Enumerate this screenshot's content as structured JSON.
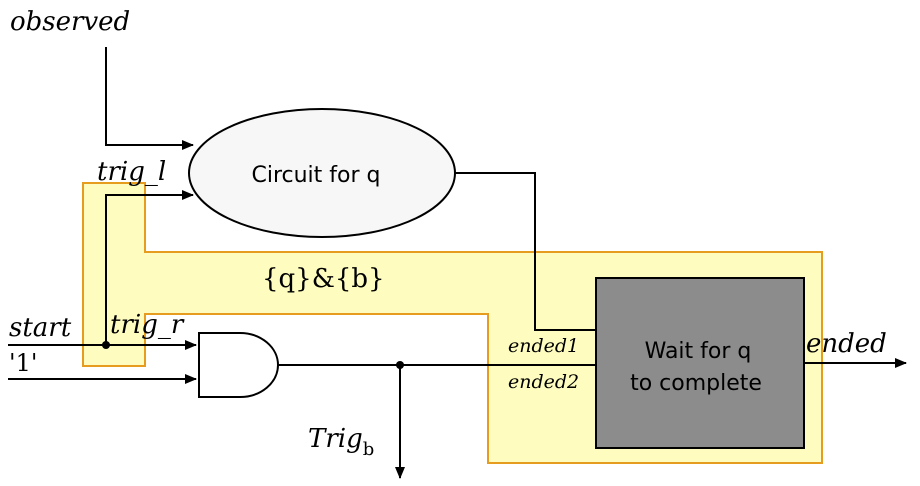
{
  "colors": {
    "highlight_fill": "#fefdbf",
    "highlight_stroke": "#e69d1f",
    "ellipse_fill": "#f7f7f7",
    "box_fill": "#8c8c8c",
    "line": "#000000"
  },
  "labels": {
    "observed": "observed",
    "trig_l": "trig_l",
    "circuit": "Circuit for q",
    "qb_prefix": "{q}&{b}",
    "start": "start",
    "trig_r": "trig_r",
    "one": "'1'",
    "ended1": "ended1",
    "ended2": "ended2",
    "wait_line1": "Wait for q",
    "wait_line2": "to complete",
    "ended": "ended",
    "trig_b_main": "Trig",
    "trig_b_sub": "b"
  }
}
